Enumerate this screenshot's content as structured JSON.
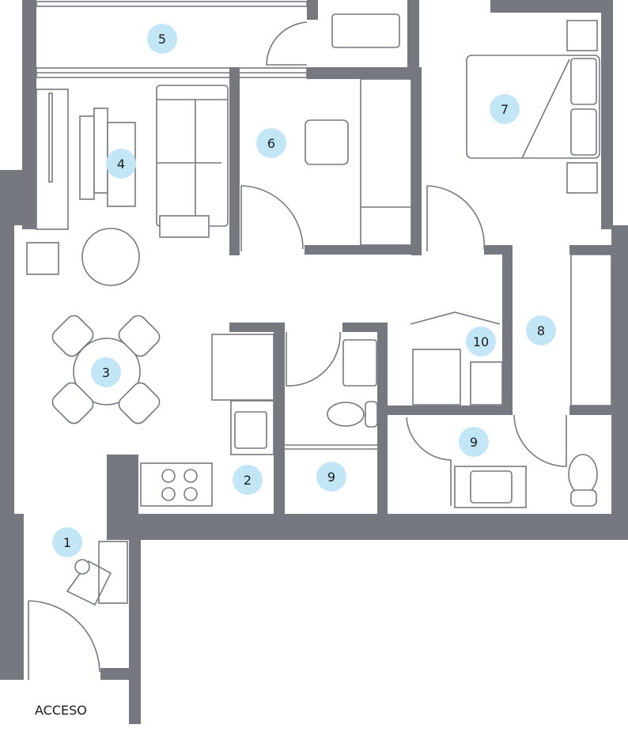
{
  "title": "Apartment floor plan",
  "rooms": [
    {
      "label": "1"
    },
    {
      "label": "2"
    },
    {
      "label": "3"
    },
    {
      "label": "4"
    },
    {
      "label": "5"
    },
    {
      "label": "6"
    },
    {
      "label": "7"
    },
    {
      "label": "8"
    },
    {
      "label": "9"
    },
    {
      "label": "9"
    },
    {
      "label": "10"
    }
  ],
  "entry_label": "ACCESO",
  "colors": {
    "wall": "#76787f",
    "badge": "#c3e6f7"
  }
}
